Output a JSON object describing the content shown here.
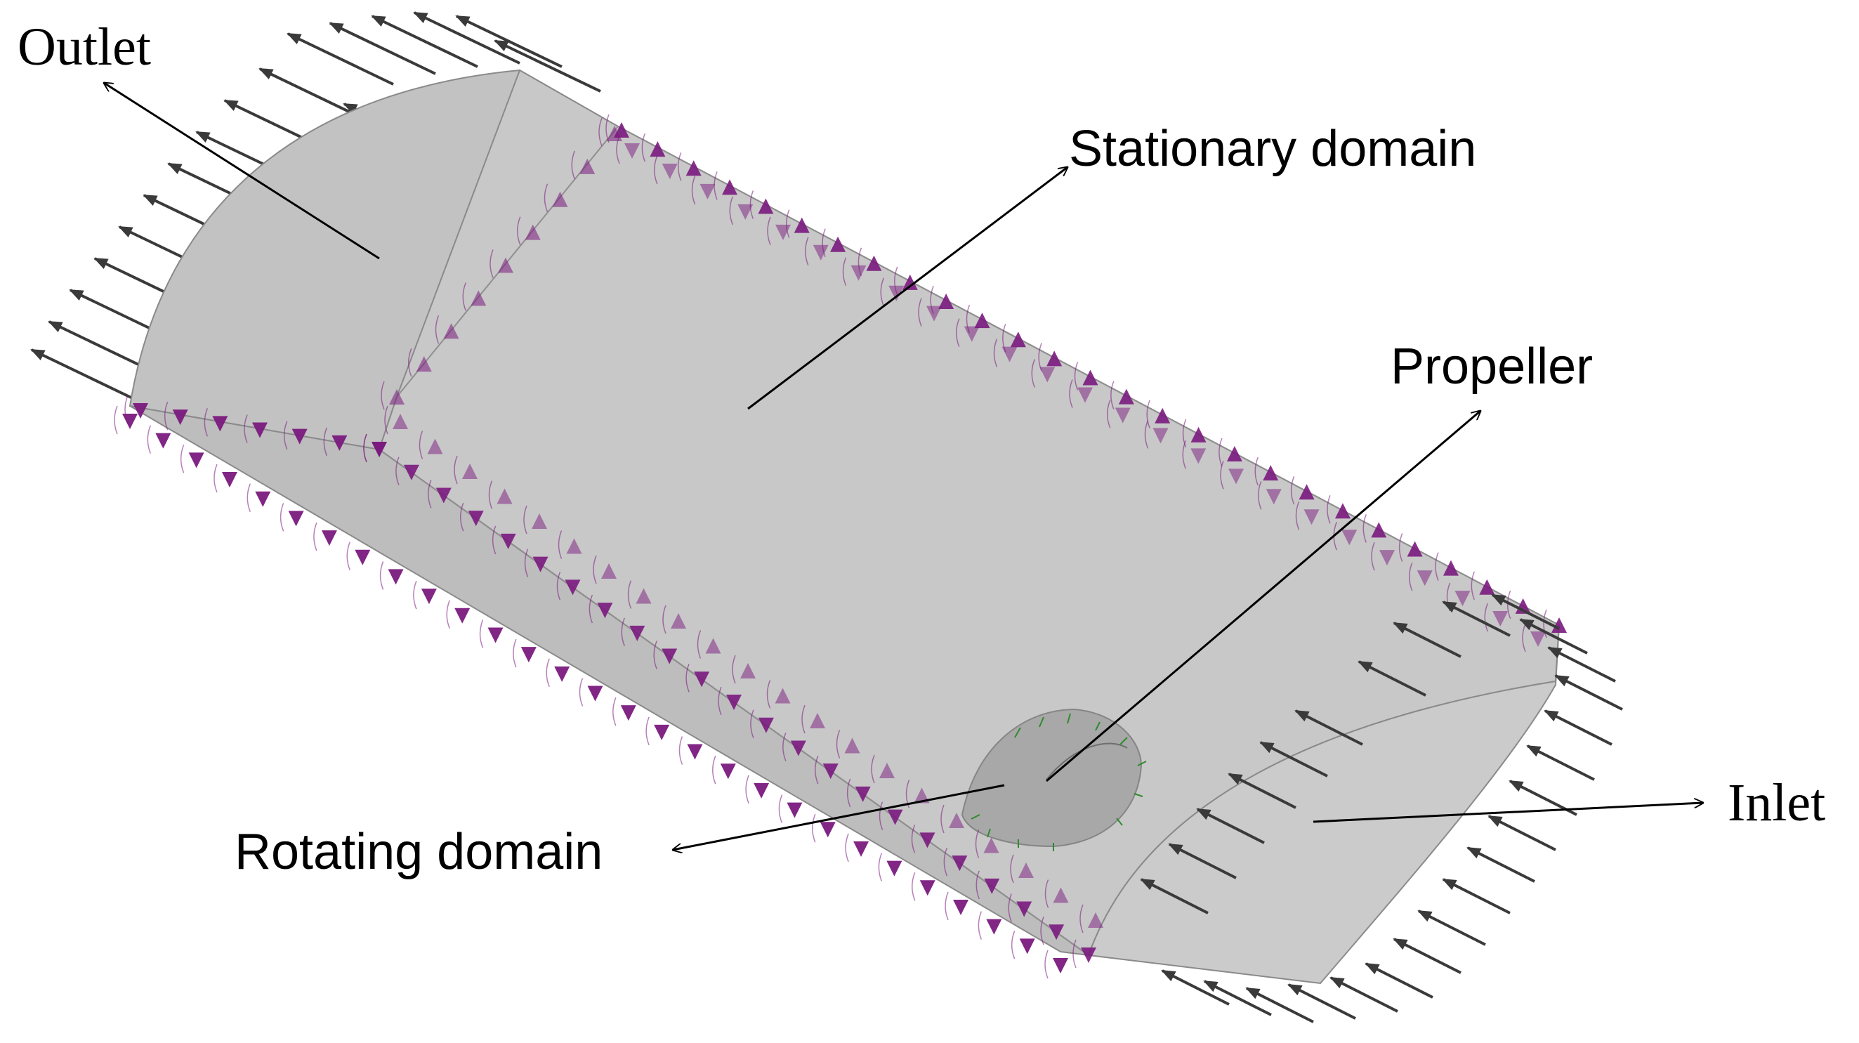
{
  "labels": {
    "outlet": "Outlet",
    "stationary": "Stationary domain",
    "propeller": "Propeller",
    "rotating": "Rotating domain",
    "inlet": "Inlet"
  },
  "colors": {
    "domain_fill": "#c6c6c6",
    "domain_edge": "#8a8a8a",
    "constraint_marker": "#7a1a7e",
    "flow_arrow": "#3a3a3a",
    "leader_line": "#000000",
    "rotating_domain": "#9b9b9b",
    "propeller_mark": "#2e8b2e"
  },
  "icons": {
    "flow_arrow": "flow-arrow-icon",
    "constraint": "constraint-triangle-icon",
    "propeller": "propeller-icon"
  }
}
